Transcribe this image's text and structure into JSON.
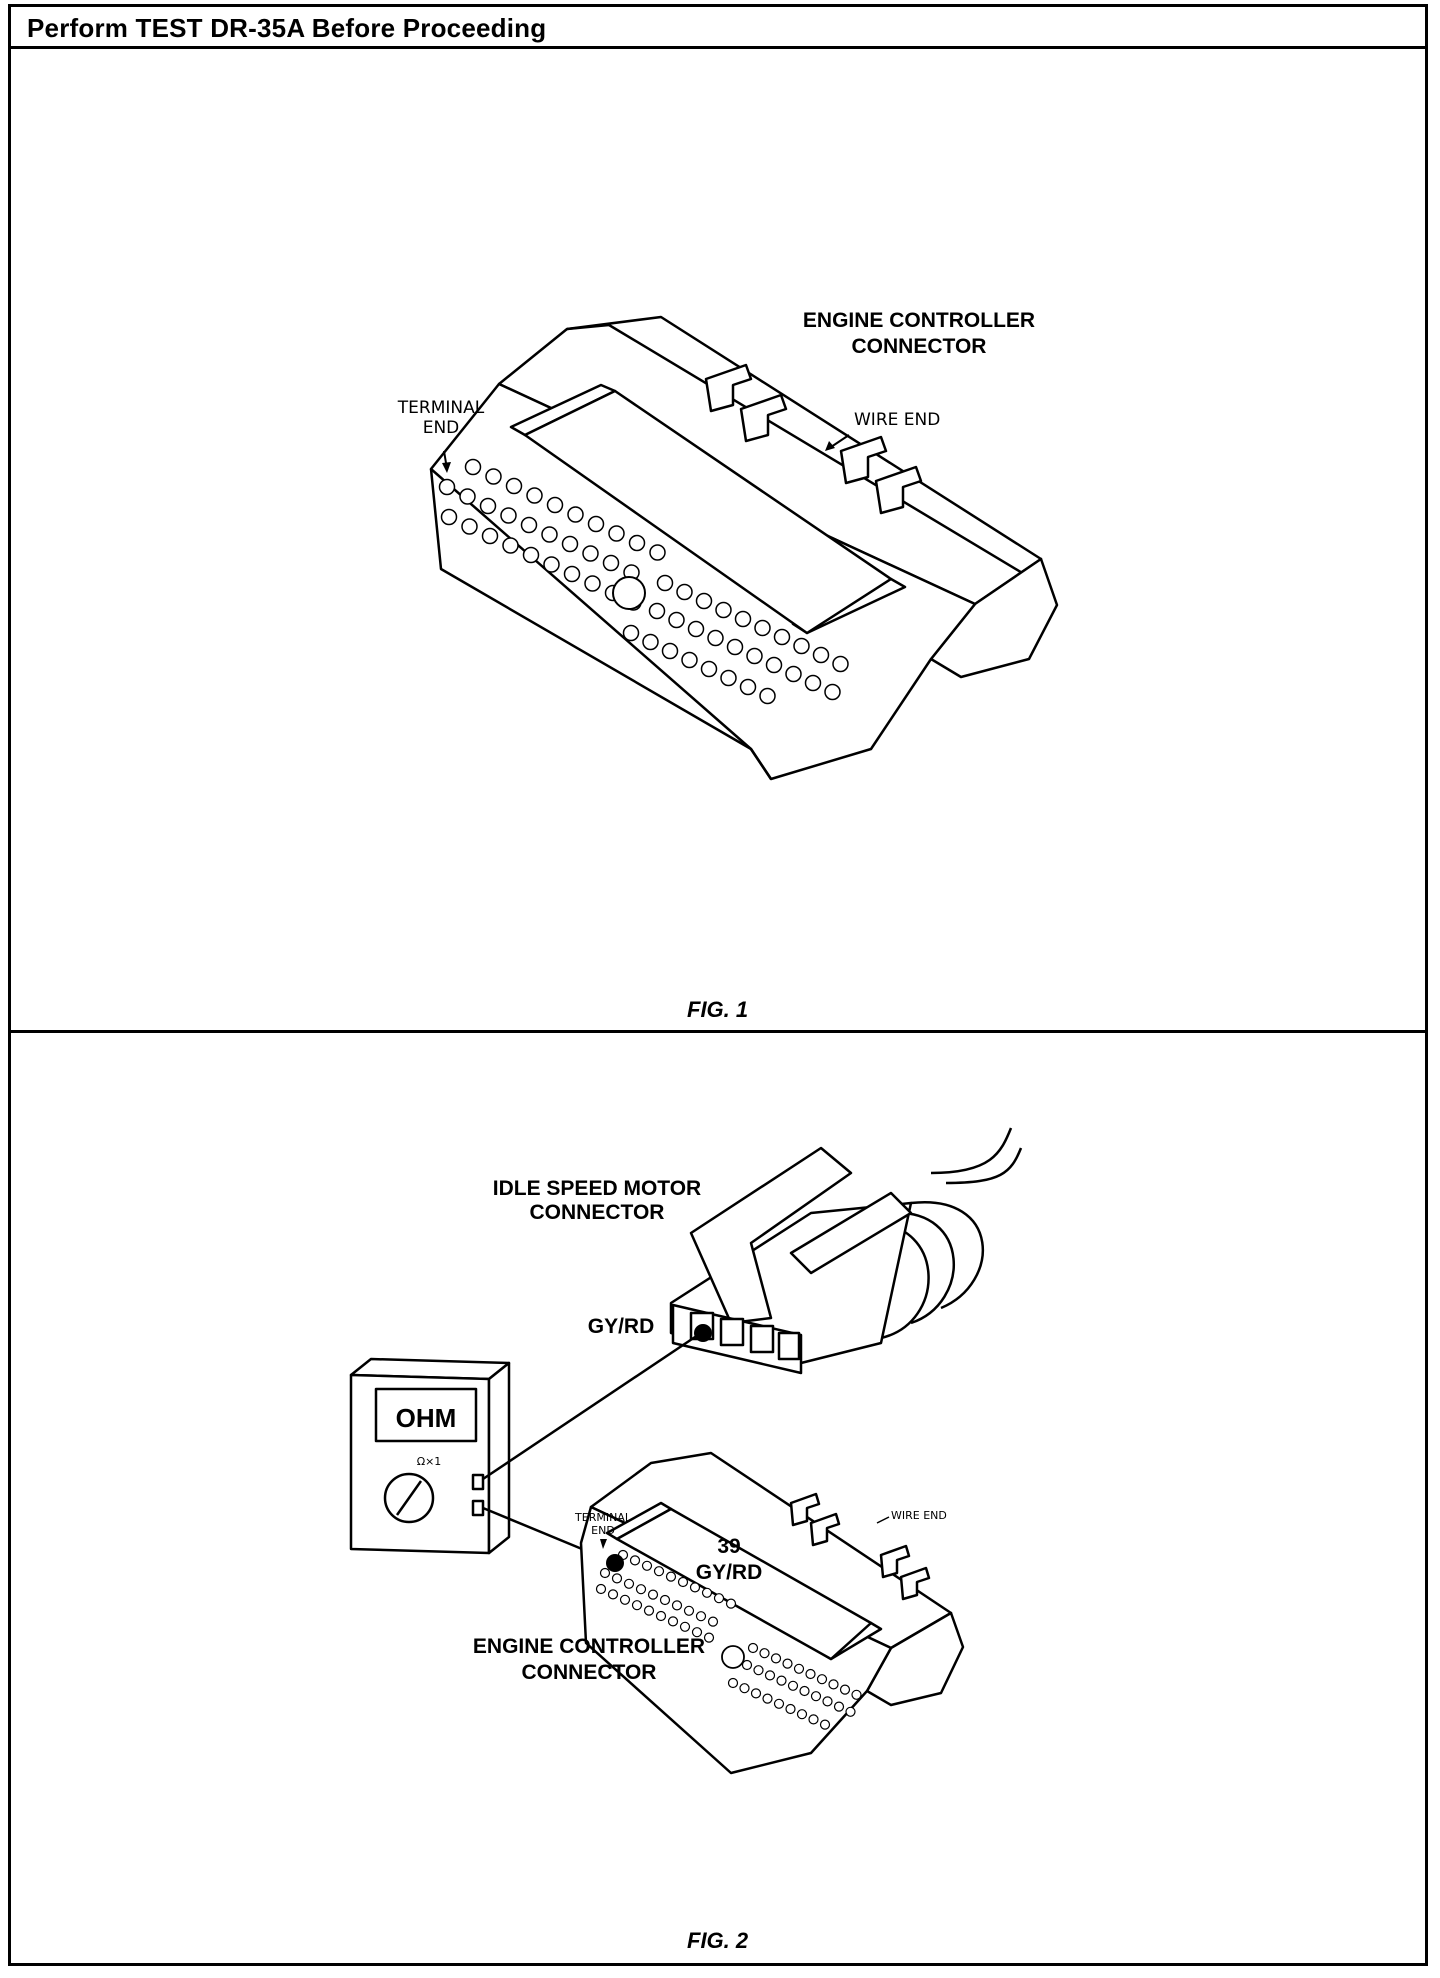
{
  "header": {
    "title": "Perform TEST DR-35A Before Proceeding"
  },
  "fig1": {
    "caption": "FIG. 1",
    "label_controller_1": "ENGINE CONTROLLER",
    "label_controller_2": "CONNECTOR",
    "label_terminal_1": "TERMINAL",
    "label_terminal_2": "END",
    "label_wire_end": "WIRE END"
  },
  "fig2": {
    "caption": "FIG. 2",
    "label_idle_1": "IDLE SPEED MOTOR",
    "label_idle_2": "CONNECTOR",
    "label_gyrd": "GY/RD",
    "label_meter": "OHM",
    "label_range": "Ω×1",
    "label_terminal_1": "TERMINAL",
    "label_terminal_2": "END",
    "label_wire_end": "WIRE END",
    "label_pin_number": "39",
    "label_pin_color": "GY/RD",
    "label_controller_1": "ENGINE CONTROLLER",
    "label_controller_2": "CONNECTOR"
  }
}
